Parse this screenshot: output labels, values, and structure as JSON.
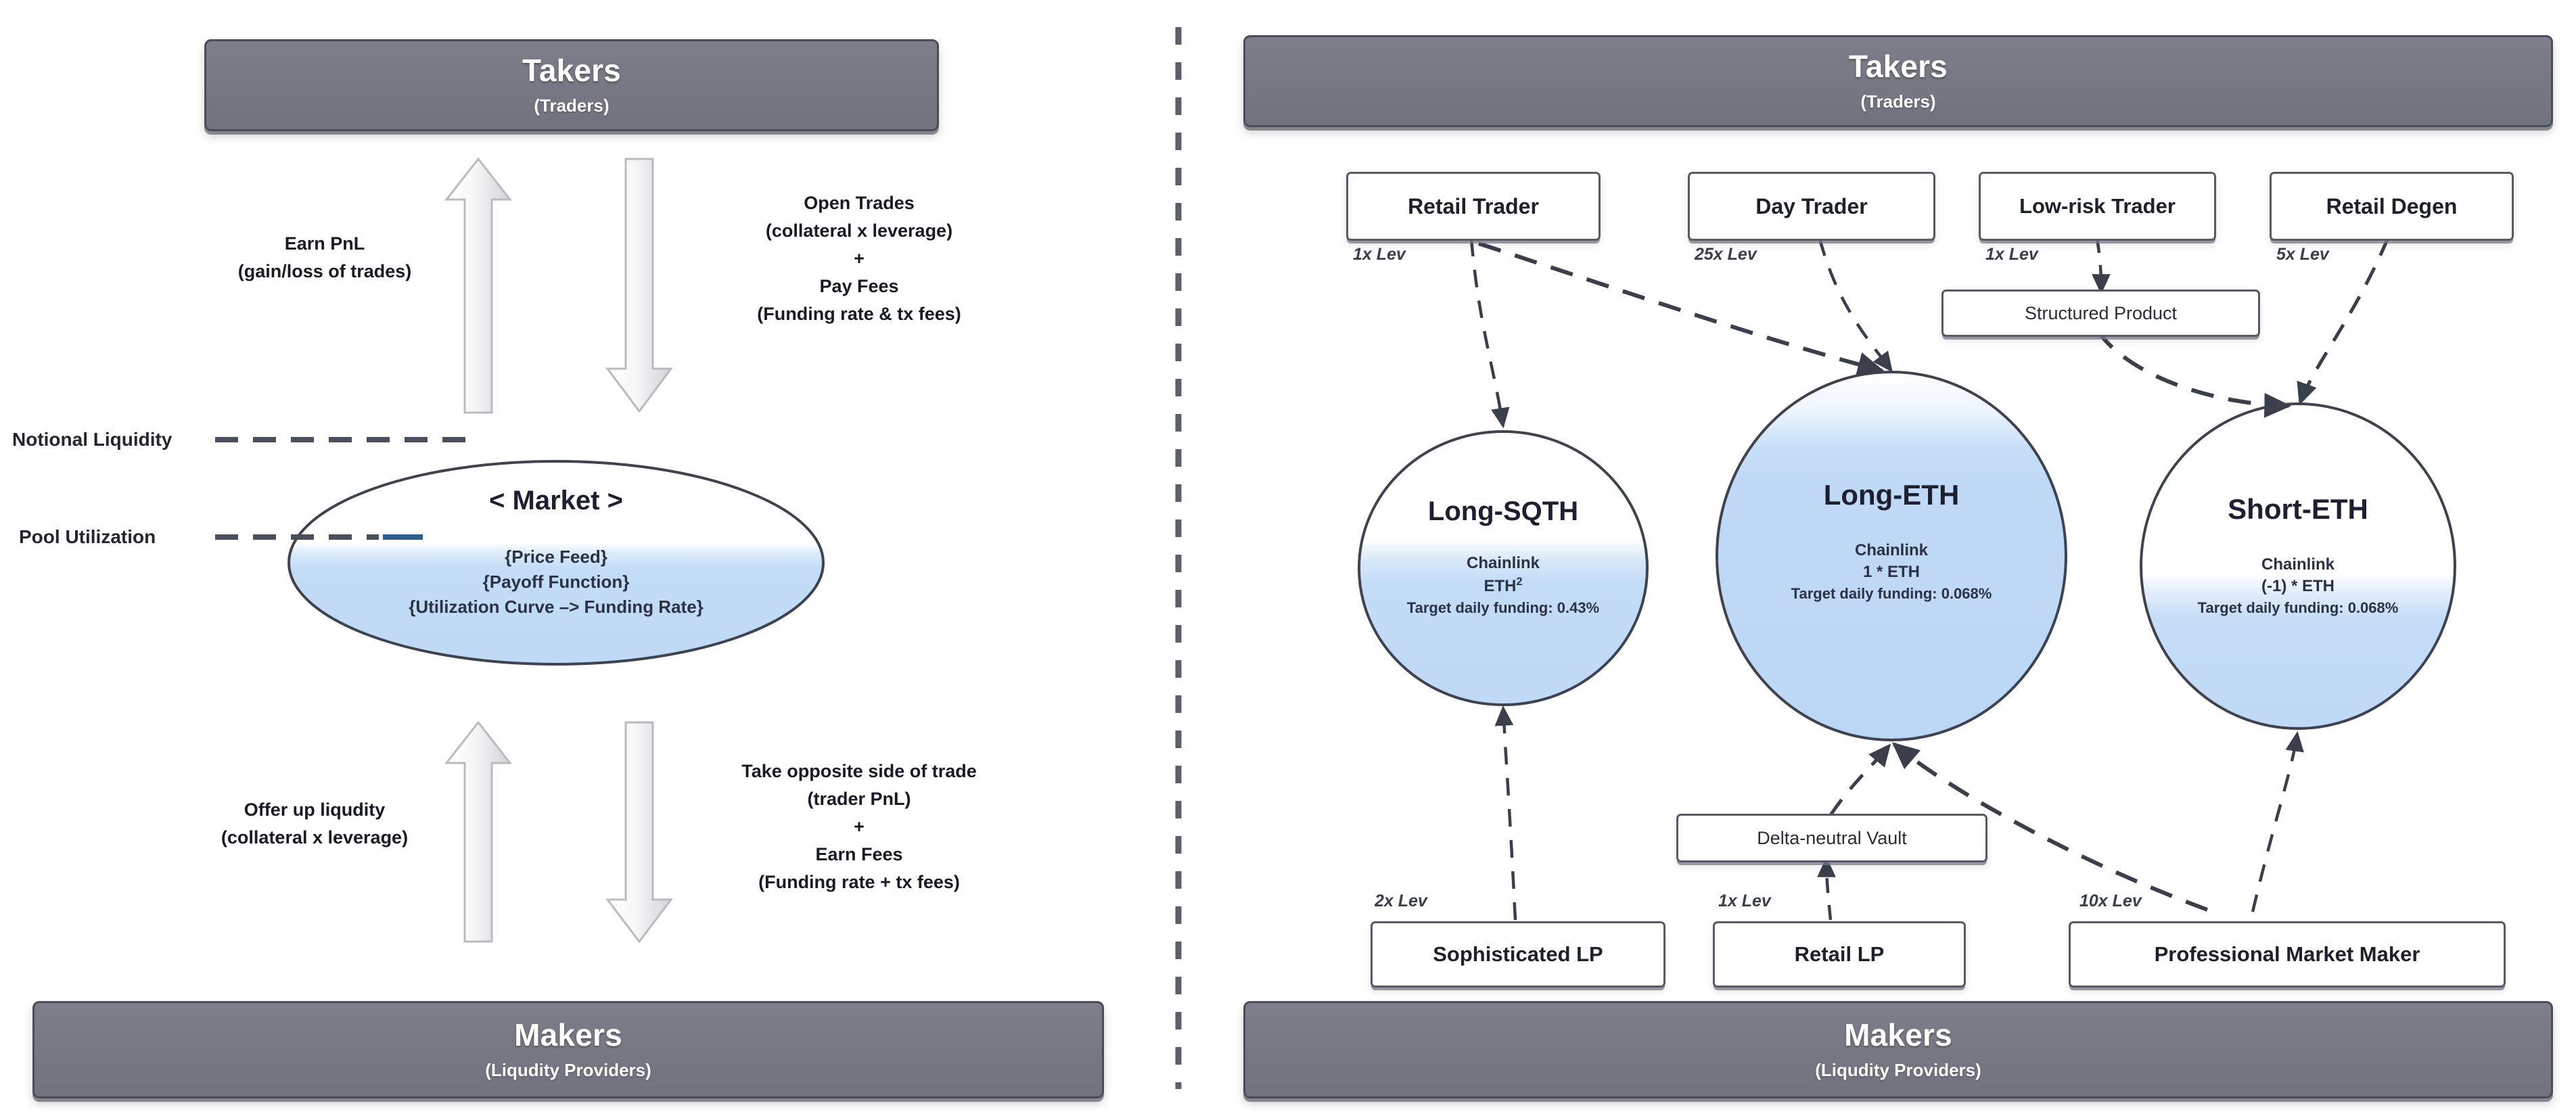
{
  "colors": {
    "band_fill": "#767985",
    "band_border": "#4a4d58",
    "node_border": "#575a66",
    "pool_blue": "#c3dcf7",
    "ink": "#1d212b",
    "dashed_line": "#4b4f5b"
  },
  "left_panel": {
    "top_band": {
      "title": "Takers",
      "subtitle": "(Traders)"
    },
    "bottom_band": {
      "title": "Makers",
      "subtitle": "(Liqudity Providers)"
    },
    "taker_up_label": {
      "line1": "Earn PnL",
      "line2": "(gain/loss of trades)"
    },
    "taker_down_label": {
      "line1": "Open Trades",
      "line2": "(collateral x leverage)",
      "line3": "+",
      "line4": "Pay Fees",
      "line5": "(Funding rate & tx fees)"
    },
    "maker_up_label": {
      "line1": "Offer up liqudity",
      "line2": "(collateral  x leverage)"
    },
    "maker_down_label": {
      "line1": "Take opposite side of trade",
      "line2": "(trader PnL)",
      "line3": "+",
      "line4": "Earn Fees",
      "line5": "(Funding rate + tx fees)"
    },
    "gauges": [
      {
        "name": "notional-liquidity",
        "label": "Notional Liquidity"
      },
      {
        "name": "pool-utilization",
        "label": "Pool Utilization"
      }
    ],
    "market": {
      "title": "< Market >",
      "lines": [
        "{Price Feed}",
        "{Payoff Function}",
        "{Utilization Curve –> Funding Rate}"
      ]
    }
  },
  "right_panel": {
    "top_band": {
      "title": "Takers",
      "subtitle": "(Traders)"
    },
    "bottom_band": {
      "title": "Makers",
      "subtitle": "(Liqudity Providers)"
    },
    "takers": [
      {
        "name": "retail-trader",
        "label": "Retail Trader",
        "leverage": "1x Lev"
      },
      {
        "name": "day-trader",
        "label": "Day Trader",
        "leverage": "25x Lev"
      },
      {
        "name": "low-risk-trader",
        "label": "Low-risk Trader",
        "leverage": "1x Lev"
      },
      {
        "name": "retail-degen",
        "label": "Retail Degen",
        "leverage": "5x Lev"
      }
    ],
    "structured_product": {
      "label": "Structured Product"
    },
    "delta_neutral_vault": {
      "label": "Delta-neutral Vault"
    },
    "markets": [
      {
        "name": "long-sqth",
        "title": "Long-SQTH",
        "oracle": "Chainlink",
        "payoff": "ETH",
        "payoff_sup": "2",
        "funding": "Target daily funding: 0.43%",
        "fill_level_pct": 58
      },
      {
        "name": "long-eth",
        "title": "Long-ETH",
        "oracle": "Chainlink",
        "payoff": "1 * ETH",
        "payoff_sup": "",
        "funding": "Target daily funding: 0.068%",
        "fill_level_pct": 86
      },
      {
        "name": "short-eth",
        "title": "Short-ETH",
        "oracle": "Chainlink",
        "payoff": "(-1) * ETH",
        "payoff_sup": "",
        "funding": "Target daily funding: 0.068%",
        "fill_level_pct": 46
      }
    ],
    "makers": [
      {
        "name": "sophisticated-lp",
        "label": "Sophisticated LP",
        "leverage": "2x Lev"
      },
      {
        "name": "retail-lp",
        "label": "Retail LP",
        "leverage": "1x Lev"
      },
      {
        "name": "professional-market-maker",
        "label": "Professional Market Maker",
        "leverage": "10x Lev"
      }
    ]
  }
}
